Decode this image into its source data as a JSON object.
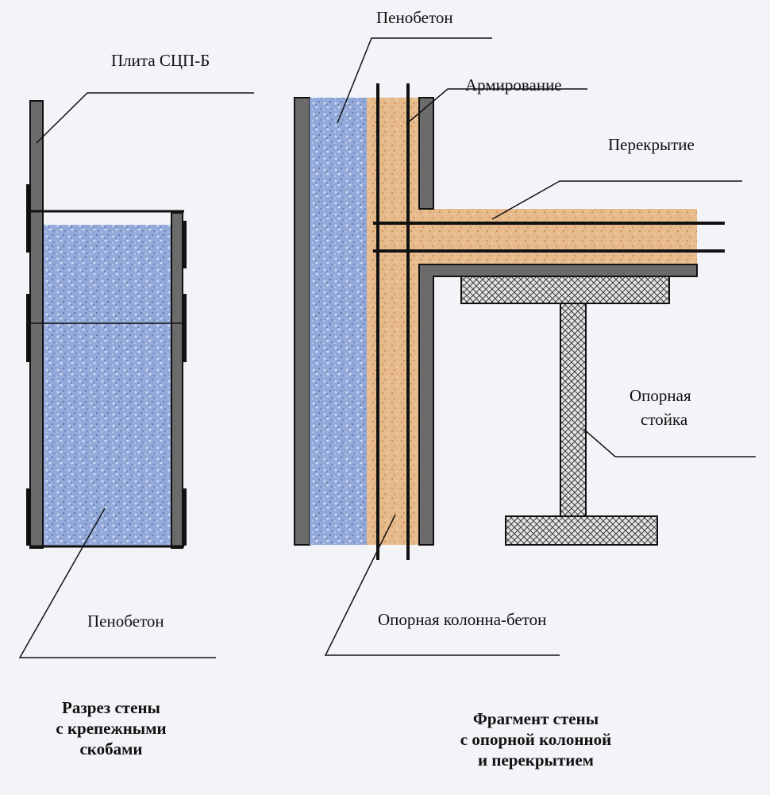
{
  "labels": {
    "plate": "Плита СЦП-Б",
    "foam_concrete_right": "Пенобетон",
    "reinforcement": "Армирование",
    "slab": "Перекрытие",
    "support_post_line1": "Опорная",
    "support_post_line2": "стойка",
    "foam_concrete_left": "Пенобетон",
    "column_concrete": "Опорная колонна-бетон"
  },
  "captions": {
    "left": [
      "Разрез стены",
      "с крепежными",
      "скобами"
    ],
    "right": [
      "Фрагмент стены",
      "с опорной колонной",
      "и перекрытием"
    ]
  },
  "colors": {
    "foam_concrete": "#8fa6d8",
    "column_concrete": "#e6b98a",
    "plate": "#6a6a6a",
    "line": "#111111",
    "steel_hatch": "#444444"
  }
}
